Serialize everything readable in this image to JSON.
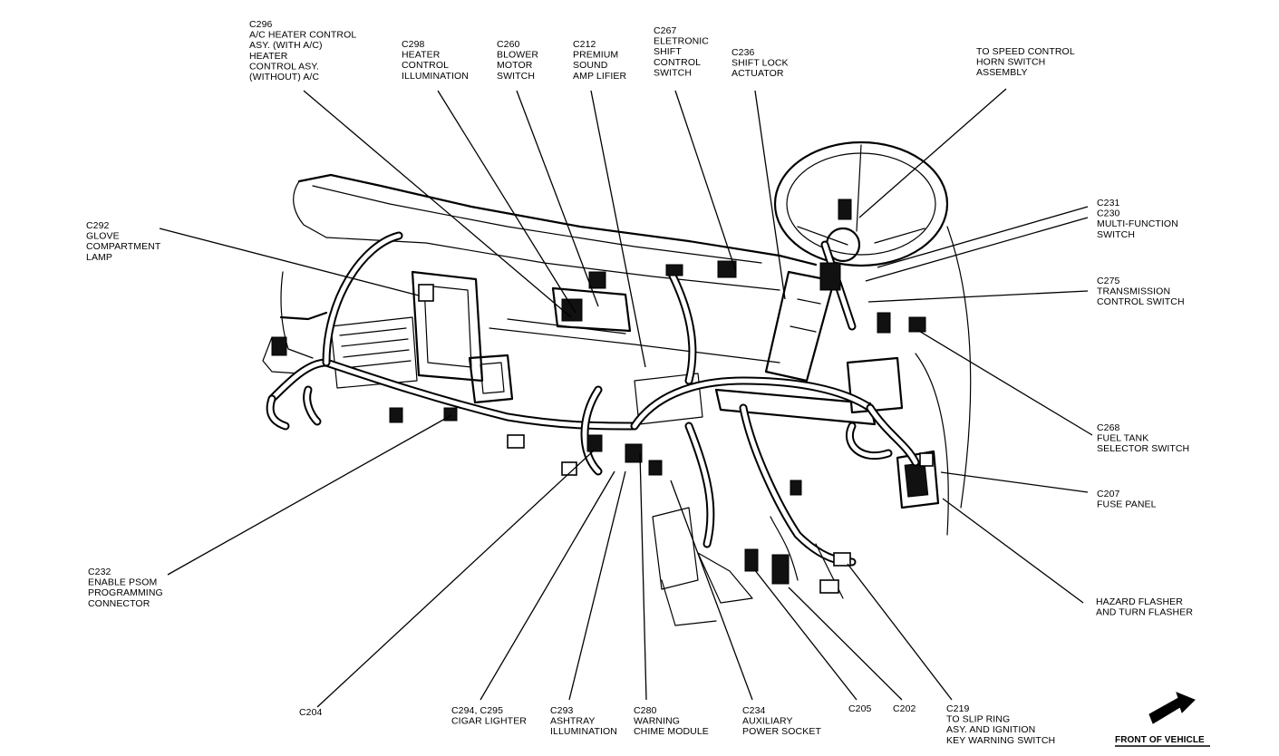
{
  "labels": {
    "c296": [
      "C296",
      "A/C HEATER CONTROL",
      "ASY. (WITH A/C)",
      "HEATER",
      "CONTROL ASY.",
      "(WITHOUT) A/C"
    ],
    "c298": [
      "C298",
      "HEATER",
      "CONTROL",
      "ILLUMINATION"
    ],
    "c260": [
      "C260",
      "BLOWER",
      "MOTOR",
      "SWITCH"
    ],
    "c212": [
      "C212",
      "PREMIUM",
      "SOUND",
      "AMP LIFIER"
    ],
    "c267": [
      "C267",
      "ELETRONIC",
      "SHIFT",
      "CONTROL",
      "SWITCH"
    ],
    "c236": [
      "C236",
      "SHIFT LOCK",
      "ACTUATOR"
    ],
    "speed_control": [
      "TO SPEED CONTROL",
      "HORN SWITCH",
      "ASSEMBLY"
    ],
    "c292": [
      "C292",
      "GLOVE",
      "COMPARTMENT",
      "LAMP"
    ],
    "c231": [
      "C231",
      "C230",
      "MULTI-FUNCTION",
      "SWITCH"
    ],
    "c275": [
      "C275",
      "TRANSMISSION",
      "CONTROL SWITCH"
    ],
    "c268": [
      "C268",
      "FUEL TANK",
      "SELECTOR SWITCH"
    ],
    "c207": [
      "C207",
      "FUSE PANEL"
    ],
    "hazard": [
      "HAZARD FLASHER",
      "AND TURN FLASHER"
    ],
    "c232": [
      "C232",
      "ENABLE PSOM",
      "PROGRAMMING",
      "CONNECTOR"
    ],
    "c204": [
      "C204"
    ],
    "c294": [
      "C294, C295",
      "CIGAR LIGHTER"
    ],
    "c293": [
      "C293",
      "ASHTRAY",
      "ILLUMINATION"
    ],
    "c280": [
      "C280",
      "WARNING",
      "CHIME MODULE"
    ],
    "c234": [
      "C234",
      "AUXILIARY",
      "POWER SOCKET"
    ],
    "c205": [
      "C205"
    ],
    "c202": [
      "C202"
    ],
    "c219": [
      "C219",
      "TO SLIP RING",
      "ASY. AND IGNITION",
      "KEY WARNING SWITCH"
    ]
  },
  "front_of_vehicle": "FRONT OF VEHICLE",
  "icons": {
    "direction_arrow": "front-arrow-icon",
    "steering_wheel": "steering-wheel-icon"
  }
}
